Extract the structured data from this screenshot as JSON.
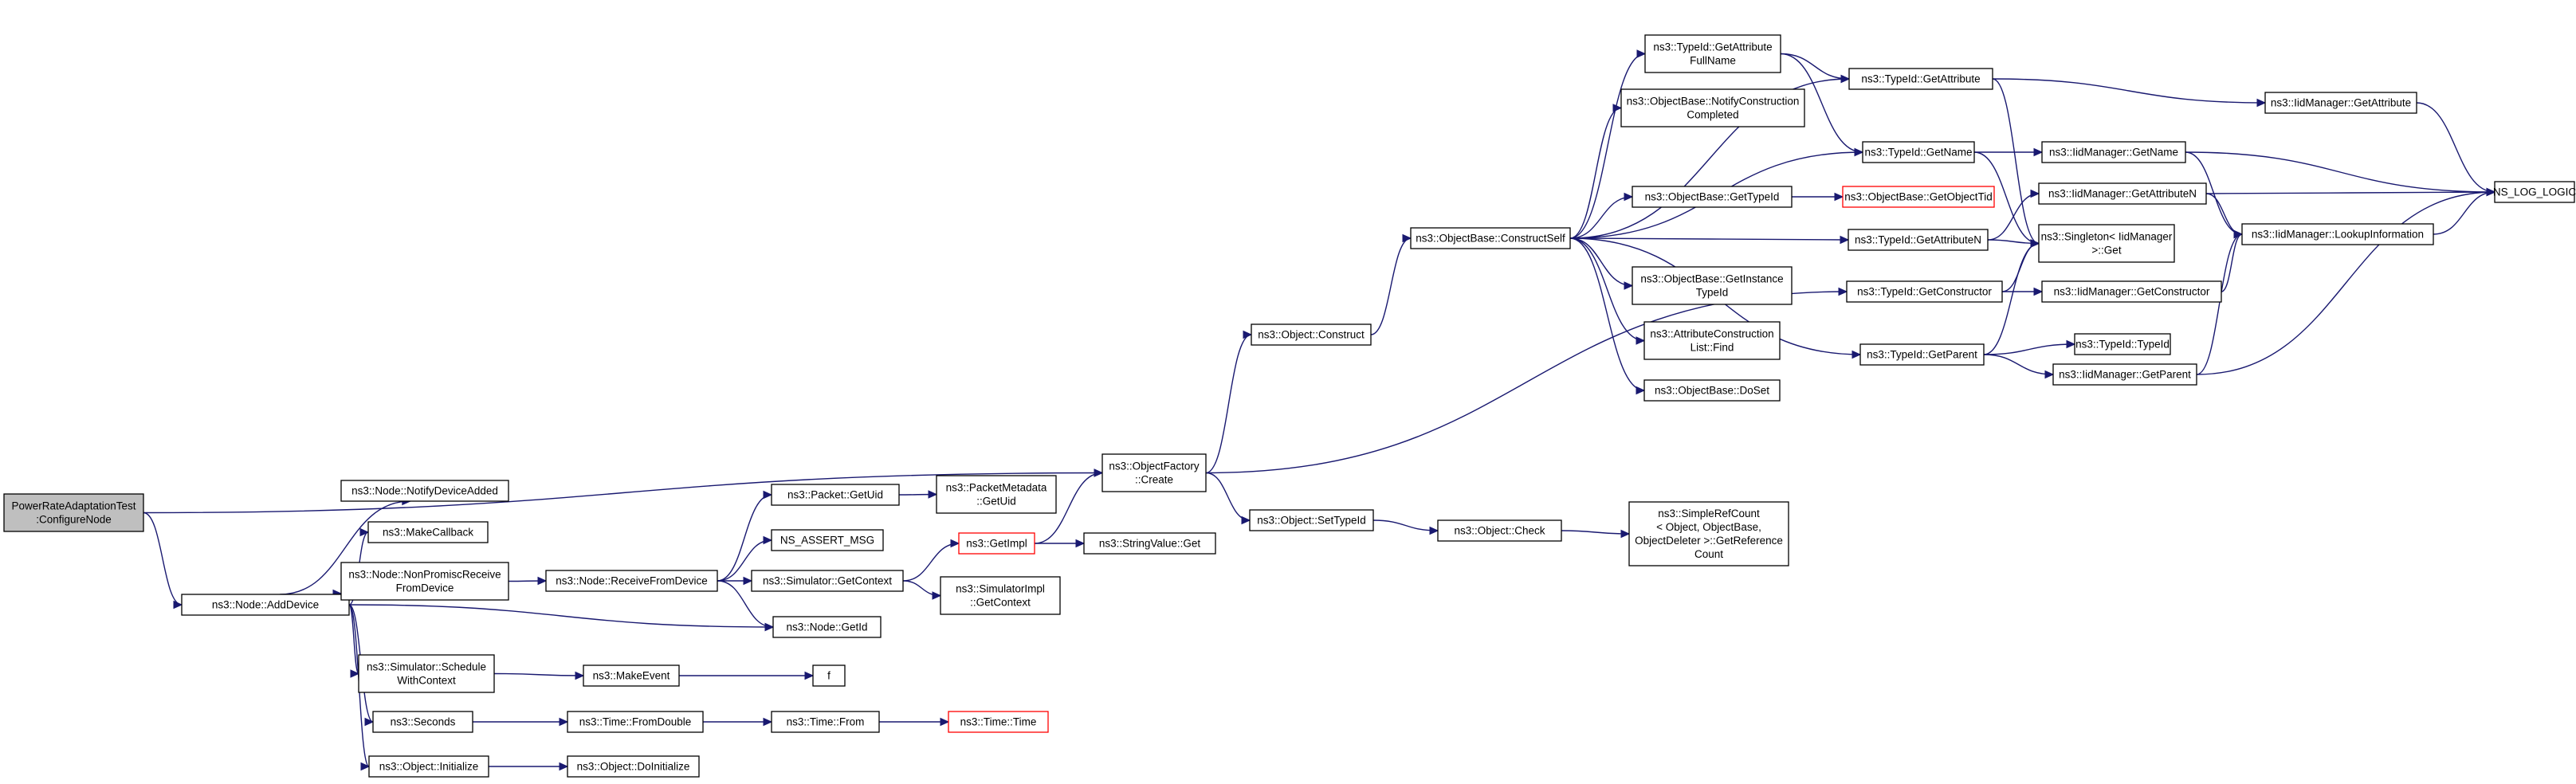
{
  "nodes": [
    {
      "id": "root",
      "lines": [
        "PowerRateAdaptationTest",
        ":ConfigureNode"
      ],
      "style": "root"
    },
    {
      "id": "adddevice",
      "lines": [
        "ns3::Node::AddDevice"
      ]
    },
    {
      "id": "notify",
      "lines": [
        "ns3::Node::NotifyDeviceAdded"
      ]
    },
    {
      "id": "makecb",
      "lines": [
        "ns3::MakeCallback"
      ]
    },
    {
      "id": "nonprom",
      "lines": [
        "ns3::Node::NonPromiscReceive",
        "FromDevice"
      ]
    },
    {
      "id": "recv",
      "lines": [
        "ns3::Node::ReceiveFromDevice"
      ]
    },
    {
      "id": "getuid",
      "lines": [
        "ns3::Packet::GetUid"
      ]
    },
    {
      "id": "pmgetuid",
      "lines": [
        "ns3::PacketMetadata",
        "::GetUid"
      ]
    },
    {
      "id": "assert",
      "lines": [
        "NS_ASSERT_MSG"
      ]
    },
    {
      "id": "getctx",
      "lines": [
        "ns3::Simulator::GetContext"
      ]
    },
    {
      "id": "getimpl",
      "lines": [
        "ns3::GetImpl"
      ],
      "style": "red"
    },
    {
      "id": "strget",
      "lines": [
        "ns3::StringValue::Get"
      ]
    },
    {
      "id": "simimpl",
      "lines": [
        "ns3::SimulatorImpl",
        "::GetContext"
      ]
    },
    {
      "id": "nodeid",
      "lines": [
        "ns3::Node::GetId"
      ]
    },
    {
      "id": "sched",
      "lines": [
        "ns3::Simulator::Schedule",
        "WithContext"
      ]
    },
    {
      "id": "mkevent",
      "lines": [
        "ns3::MakeEvent"
      ]
    },
    {
      "id": "f",
      "lines": [
        "f"
      ]
    },
    {
      "id": "seconds",
      "lines": [
        "ns3::Seconds"
      ]
    },
    {
      "id": "fromdouble",
      "lines": [
        "ns3::Time::FromDouble"
      ]
    },
    {
      "id": "tfrom",
      "lines": [
        "ns3::Time::From"
      ]
    },
    {
      "id": "ttime",
      "lines": [
        "ns3::Time::Time"
      ],
      "style": "red"
    },
    {
      "id": "init",
      "lines": [
        "ns3::Object::Initialize"
      ]
    },
    {
      "id": "doinit",
      "lines": [
        "ns3::Object::DoInitialize"
      ]
    },
    {
      "id": "create",
      "lines": [
        "ns3::ObjectFactory",
        "::Create"
      ]
    },
    {
      "id": "construct",
      "lines": [
        "ns3::Object::Construct"
      ]
    },
    {
      "id": "settid",
      "lines": [
        "ns3::Object::SetTypeId"
      ]
    },
    {
      "id": "check",
      "lines": [
        "ns3::Object::Check"
      ]
    },
    {
      "id": "simple",
      "lines": [
        "ns3::SimpleRefCount",
        "< Object, ObjectBase,",
        "ObjectDeleter >::GetReference",
        "Count"
      ]
    },
    {
      "id": "cself",
      "lines": [
        "ns3::ObjectBase::ConstructSelf"
      ]
    },
    {
      "id": "gafn",
      "lines": [
        "ns3::TypeId::GetAttribute",
        "FullName"
      ]
    },
    {
      "id": "ncc",
      "lines": [
        "ns3::ObjectBase::NotifyConstruction",
        "Completed"
      ]
    },
    {
      "id": "obgtid",
      "lines": [
        "ns3::ObjectBase::GetTypeId"
      ]
    },
    {
      "id": "getoid",
      "lines": [
        "ns3::ObjectBase::GetObjectTid"
      ],
      "style": "red"
    },
    {
      "id": "instid",
      "lines": [
        "ns3::ObjectBase::GetInstance",
        "TypeId"
      ]
    },
    {
      "id": "acl",
      "lines": [
        "ns3::AttributeConstruction",
        "List::Find"
      ]
    },
    {
      "id": "doset",
      "lines": [
        "ns3::ObjectBase::DoSet"
      ]
    },
    {
      "id": "tgattr",
      "lines": [
        "ns3::TypeId::GetAttribute"
      ]
    },
    {
      "id": "tgname",
      "lines": [
        "ns3::TypeId::GetName"
      ]
    },
    {
      "id": "tgattrn",
      "lines": [
        "ns3::TypeId::GetAttributeN"
      ]
    },
    {
      "id": "tgctor",
      "lines": [
        "ns3::TypeId::GetConstructor"
      ]
    },
    {
      "id": "tgparent",
      "lines": [
        "ns3::TypeId::GetParent"
      ]
    },
    {
      "id": "singleton",
      "lines": [
        "ns3::Singleton< IidManager",
        ">::Get"
      ]
    },
    {
      "id": "igattr",
      "lines": [
        "ns3::IidManager::GetAttribute"
      ]
    },
    {
      "id": "igname",
      "lines": [
        "ns3::IidManager::GetName"
      ]
    },
    {
      "id": "igattrn",
      "lines": [
        "ns3::IidManager::GetAttributeN"
      ]
    },
    {
      "id": "igctor",
      "lines": [
        "ns3::IidManager::GetConstructor"
      ]
    },
    {
      "id": "typeid",
      "lines": [
        "ns3::TypeId::TypeId"
      ]
    },
    {
      "id": "igparent",
      "lines": [
        "ns3::IidManager::GetParent"
      ]
    },
    {
      "id": "lookup",
      "lines": [
        "ns3::IidManager::LookupInformation"
      ]
    },
    {
      "id": "nslog",
      "lines": [
        "NS_LOG_LOGIC"
      ]
    }
  ],
  "edges": [
    [
      "root",
      "create"
    ],
    [
      "root",
      "adddevice"
    ],
    [
      "adddevice",
      "notify"
    ],
    [
      "adddevice",
      "makecb"
    ],
    [
      "adddevice",
      "nonprom"
    ],
    [
      "adddevice",
      "nodeid"
    ],
    [
      "adddevice",
      "sched"
    ],
    [
      "adddevice",
      "seconds"
    ],
    [
      "adddevice",
      "init"
    ],
    [
      "nonprom",
      "recv"
    ],
    [
      "recv",
      "getuid"
    ],
    [
      "recv",
      "assert"
    ],
    [
      "recv",
      "getctx"
    ],
    [
      "recv",
      "nodeid"
    ],
    [
      "getuid",
      "pmgetuid"
    ],
    [
      "getctx",
      "getimpl"
    ],
    [
      "getctx",
      "simimpl"
    ],
    [
      "getimpl",
      "create"
    ],
    [
      "getimpl",
      "strget"
    ],
    [
      "sched",
      "mkevent"
    ],
    [
      "mkevent",
      "f"
    ],
    [
      "seconds",
      "fromdouble"
    ],
    [
      "fromdouble",
      "tfrom"
    ],
    [
      "tfrom",
      "ttime"
    ],
    [
      "init",
      "doinit"
    ],
    [
      "create",
      "construct"
    ],
    [
      "create",
      "settid"
    ],
    [
      "create",
      "tgctor"
    ],
    [
      "construct",
      "cself"
    ],
    [
      "settid",
      "check"
    ],
    [
      "check",
      "simple"
    ],
    [
      "cself",
      "gafn"
    ],
    [
      "cself",
      "ncc"
    ],
    [
      "cself",
      "obgtid"
    ],
    [
      "cself",
      "tgattr"
    ],
    [
      "cself",
      "tgname"
    ],
    [
      "cself",
      "tgattrn"
    ],
    [
      "cself",
      "instid"
    ],
    [
      "cself",
      "acl"
    ],
    [
      "cself",
      "doset"
    ],
    [
      "cself",
      "tgparent"
    ],
    [
      "obgtid",
      "getoid"
    ],
    [
      "gafn",
      "tgattr"
    ],
    [
      "gafn",
      "tgname"
    ],
    [
      "tgattr",
      "igattr"
    ],
    [
      "tgattr",
      "singleton"
    ],
    [
      "tgname",
      "igname"
    ],
    [
      "tgname",
      "singleton"
    ],
    [
      "tgattrn",
      "igattrn"
    ],
    [
      "tgattrn",
      "singleton"
    ],
    [
      "tgctor",
      "igctor"
    ],
    [
      "tgctor",
      "singleton"
    ],
    [
      "tgparent",
      "typeid"
    ],
    [
      "tgparent",
      "igparent"
    ],
    [
      "tgparent",
      "singleton"
    ],
    [
      "igattr",
      "nslog"
    ],
    [
      "igname",
      "nslog"
    ],
    [
      "igname",
      "lookup"
    ],
    [
      "igattrn",
      "nslog"
    ],
    [
      "igattrn",
      "lookup"
    ],
    [
      "igctor",
      "lookup"
    ],
    [
      "igparent",
      "lookup"
    ],
    [
      "igparent",
      "nslog"
    ],
    [
      "lookup",
      "nslog"
    ]
  ]
}
